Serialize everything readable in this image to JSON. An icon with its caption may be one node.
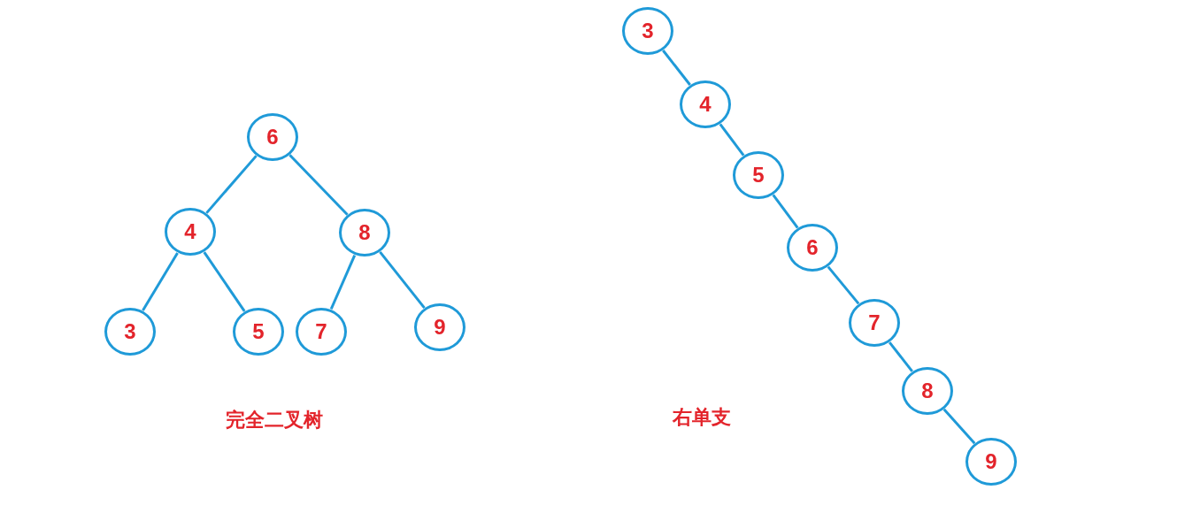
{
  "diagram": {
    "nodes": [
      {
        "text": [
          "6"
        ]
      },
      {
        "text": [
          "4"
        ]
      },
      {
        "text": [
          "8"
        ]
      },
      {
        "text": [
          "3"
        ]
      },
      {
        "text": [
          "5"
        ]
      },
      {
        "text": [
          "7"
        ]
      },
      {
        "text": [
          "9"
        ]
      },
      {
        "text": [
          "3"
        ]
      },
      {
        "text": [
          "4"
        ]
      },
      {
        "text": [
          "5"
        ]
      },
      {
        "text": [
          "6"
        ]
      },
      {
        "text": [
          "7"
        ]
      },
      {
        "text": [
          "8"
        ]
      },
      {
        "text": [
          "9"
        ]
      }
    ],
    "edges": [
      {
        "from": 0,
        "to": 1,
        "arrow": "none"
      },
      {
        "from": 0,
        "to": 2,
        "arrow": "none"
      },
      {
        "from": 1,
        "to": 3,
        "arrow": "none"
      },
      {
        "from": 1,
        "to": 4,
        "arrow": "none"
      },
      {
        "from": 2,
        "to": 5,
        "arrow": "none"
      },
      {
        "from": 2,
        "to": 6,
        "arrow": "none"
      },
      {
        "from": 7,
        "to": 8,
        "arrow": "none"
      },
      {
        "from": 8,
        "to": 9,
        "arrow": "none"
      },
      {
        "from": 9,
        "to": 10,
        "arrow": "none"
      },
      {
        "from": 10,
        "to": 11,
        "arrow": "none"
      },
      {
        "from": 11,
        "to": 12,
        "arrow": "none"
      },
      {
        "from": 12,
        "to": 13,
        "arrow": "none"
      }
    ],
    "labels": [
      "完全二叉树",
      "右单支"
    ]
  }
}
